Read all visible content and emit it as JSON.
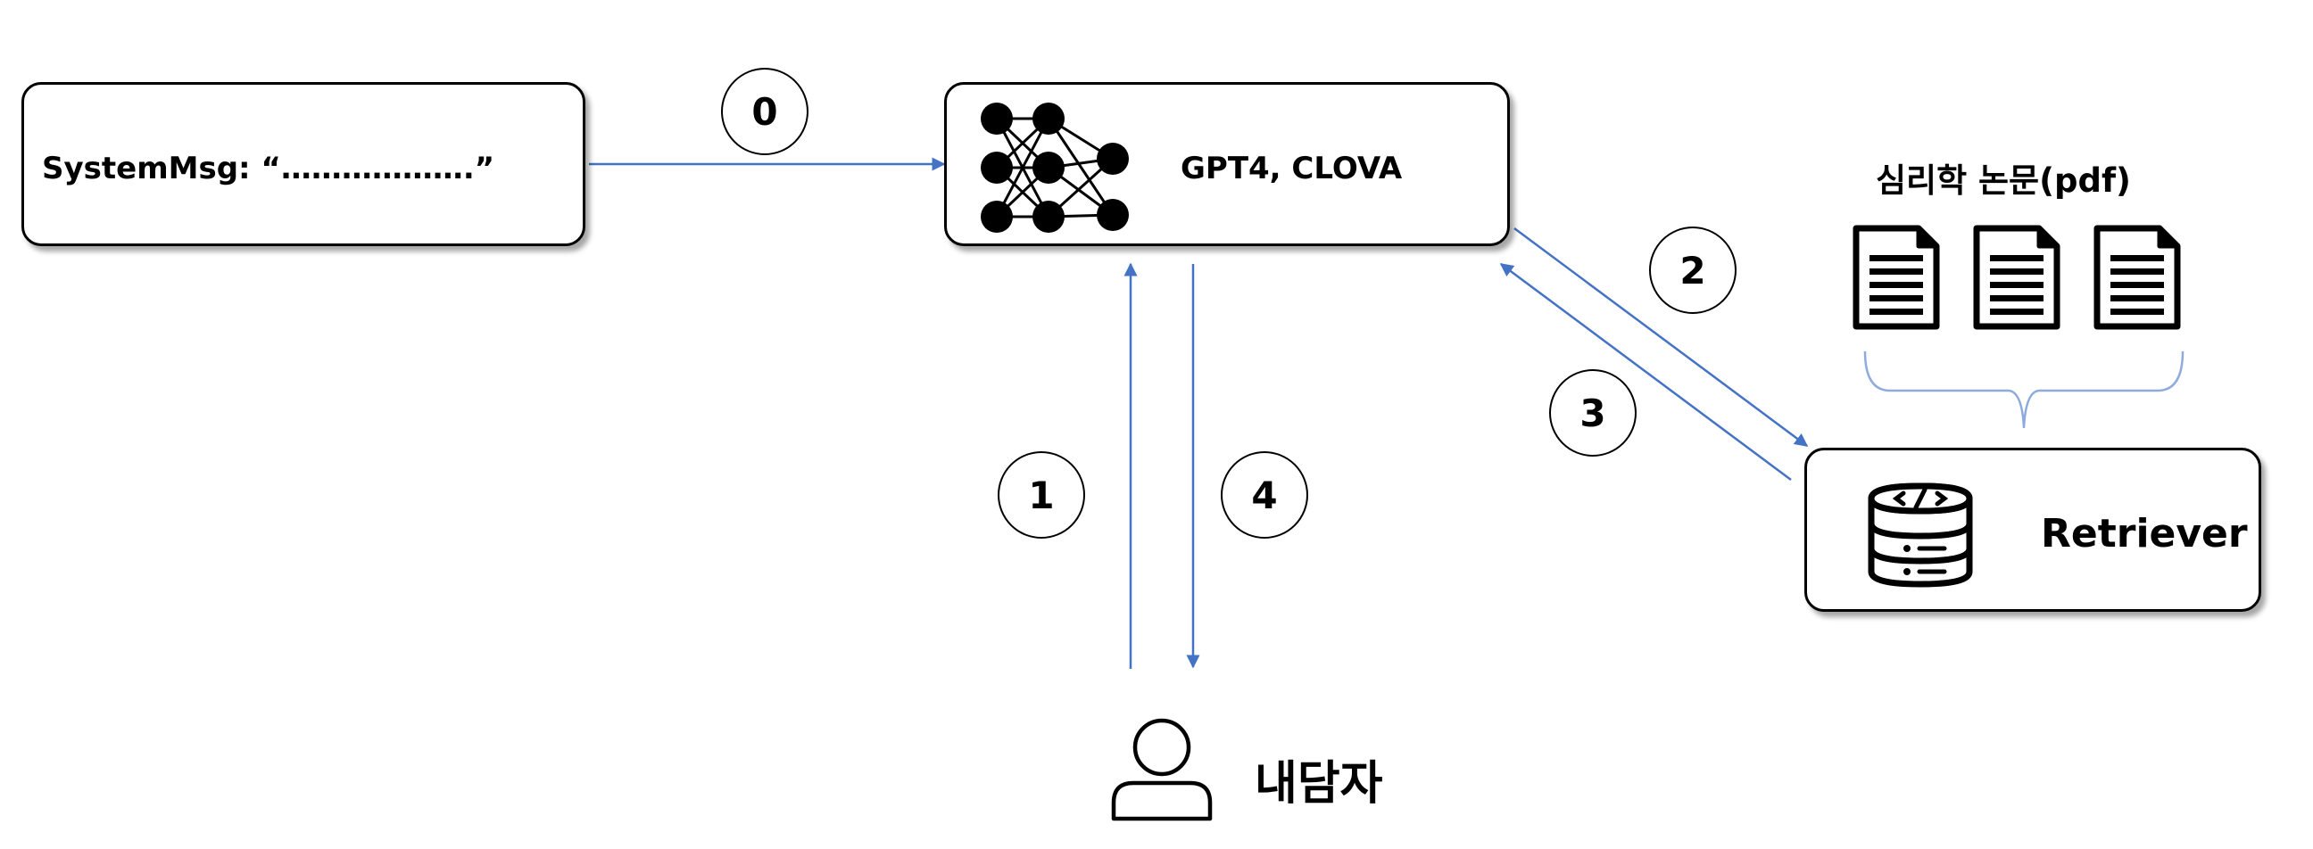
{
  "system_box": {
    "label": "SystemMsg: “……………….”"
  },
  "llm_box": {
    "label": "GPT4, CLOVA",
    "icon": "neural-network-icon"
  },
  "retriever_box": {
    "label": "Retriever",
    "icon": "database-code-icon"
  },
  "documents": {
    "label": "심리학 논문(pdf)",
    "icon": "document-icon",
    "count": 3
  },
  "user": {
    "label": "내담자",
    "icon": "person-icon"
  },
  "steps": [
    "0",
    "1",
    "2",
    "3",
    "4"
  ],
  "colors": {
    "arrow": "#4472C4",
    "brace": "#8FAADC",
    "stroke": "#000000"
  }
}
